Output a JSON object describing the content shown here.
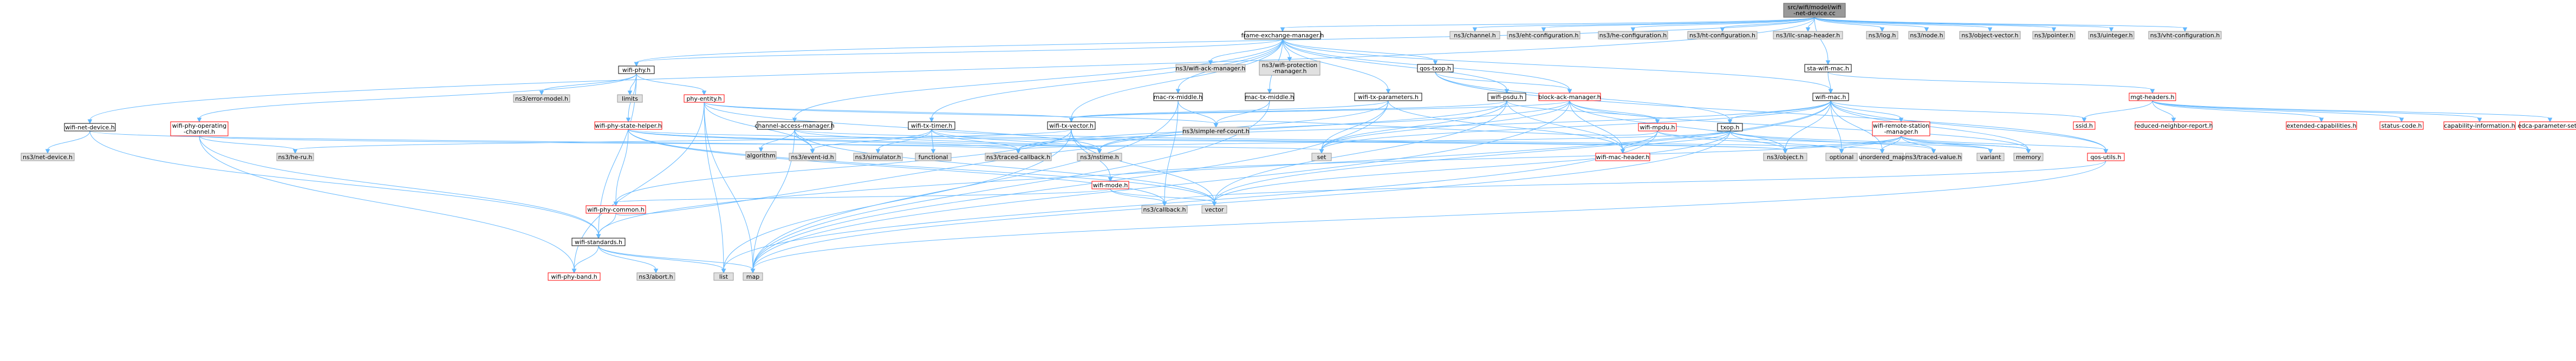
{
  "colors": {
    "node_fill": "#ffffff",
    "node_border": "#000000",
    "root_fill": "#999999",
    "external_fill": "#e0e0e0",
    "external_border": "#999999",
    "partial_border": "#ff0000",
    "edge": "#63b8ff"
  },
  "nodes": [
    {
      "id": "root",
      "lines": [
        "src/wifi/model/wifi",
        "-net-device.cc"
      ],
      "kind": "root"
    },
    {
      "id": "fem",
      "lines": [
        "frame-exchange-manager.h"
      ],
      "kind": "normal"
    },
    {
      "id": "ns3channel",
      "lines": [
        "ns3/channel.h"
      ],
      "kind": "external"
    },
    {
      "id": "ns3eht",
      "lines": [
        "ns3/eht-configuration.h"
      ],
      "kind": "external"
    },
    {
      "id": "ns3he",
      "lines": [
        "ns3/he-configuration.h"
      ],
      "kind": "external"
    },
    {
      "id": "ns3ht",
      "lines": [
        "ns3/ht-configuration.h"
      ],
      "kind": "external"
    },
    {
      "id": "ns3llc",
      "lines": [
        "ns3/llc-snap-header.h"
      ],
      "kind": "external"
    },
    {
      "id": "ns3log",
      "lines": [
        "ns3/log.h"
      ],
      "kind": "external"
    },
    {
      "id": "ns3node",
      "lines": [
        "ns3/node.h"
      ],
      "kind": "external"
    },
    {
      "id": "ns3objvec",
      "lines": [
        "ns3/object-vector.h"
      ],
      "kind": "external"
    },
    {
      "id": "ns3pointer",
      "lines": [
        "ns3/pointer.h"
      ],
      "kind": "external"
    },
    {
      "id": "ns3uint",
      "lines": [
        "ns3/uinteger.h"
      ],
      "kind": "external"
    },
    {
      "id": "ns3vht",
      "lines": [
        "ns3/vht-configuration.h"
      ],
      "kind": "external"
    },
    {
      "id": "wifiphy",
      "lines": [
        "wifi-phy.h"
      ],
      "kind": "normal"
    },
    {
      "id": "wam",
      "lines": [
        "ns3/wifi-ack-manager.h"
      ],
      "kind": "external"
    },
    {
      "id": "wpm",
      "lines": [
        "ns3/wifi-protection",
        "-manager.h"
      ],
      "kind": "external"
    },
    {
      "id": "qostxop",
      "lines": [
        "qos-txop.h"
      ],
      "kind": "normal"
    },
    {
      "id": "stawifimac",
      "lines": [
        "sta-wifi-mac.h"
      ],
      "kind": "normal"
    },
    {
      "id": "errmodel",
      "lines": [
        "ns3/error-model.h"
      ],
      "kind": "external"
    },
    {
      "id": "limits",
      "lines": [
        "limits"
      ],
      "kind": "external"
    },
    {
      "id": "phyentity",
      "lines": [
        "phy-entity.h"
      ],
      "kind": "partial"
    },
    {
      "id": "macrxmid",
      "lines": [
        "mac-rx-middle.h"
      ],
      "kind": "normal"
    },
    {
      "id": "mactxmid",
      "lines": [
        "mac-tx-middle.h"
      ],
      "kind": "normal"
    },
    {
      "id": "wifitxparams",
      "lines": [
        "wifi-tx-parameters.h"
      ],
      "kind": "normal"
    },
    {
      "id": "wifipsdu",
      "lines": [
        "wifi-psdu.h"
      ],
      "kind": "normal"
    },
    {
      "id": "blockack",
      "lines": [
        "block-ack-manager.h"
      ],
      "kind": "partial"
    },
    {
      "id": "wifimac",
      "lines": [
        "wifi-mac.h"
      ],
      "kind": "normal"
    },
    {
      "id": "mgtheaders",
      "lines": [
        "mgt-headers.h"
      ],
      "kind": "partial"
    },
    {
      "id": "wifinetdevh",
      "lines": [
        "wifi-net-device.h"
      ],
      "kind": "normal"
    },
    {
      "id": "wifiphyopch",
      "lines": [
        "wifi-phy-operating",
        "-channel.h"
      ],
      "kind": "partial"
    },
    {
      "id": "wifiphystate",
      "lines": [
        "wifi-phy-state-helper.h"
      ],
      "kind": "partial"
    },
    {
      "id": "chanaccmgr",
      "lines": [
        "channel-access-manager.h"
      ],
      "kind": "normal"
    },
    {
      "id": "wifitxtimer",
      "lines": [
        "wifi-tx-timer.h"
      ],
      "kind": "normal"
    },
    {
      "id": "wifitxvector",
      "lines": [
        "wifi-tx-vector.h"
      ],
      "kind": "normal"
    },
    {
      "id": "wifimpdu",
      "lines": [
        "wifi-mpdu.h"
      ],
      "kind": "partial"
    },
    {
      "id": "txop",
      "lines": [
        "txop.h"
      ],
      "kind": "normal"
    },
    {
      "id": "wifiremote",
      "lines": [
        "wifi-remote-station",
        "-manager.h"
      ],
      "kind": "partial"
    },
    {
      "id": "ssid",
      "lines": [
        "ssid.h"
      ],
      "kind": "partial"
    },
    {
      "id": "reducednr",
      "lines": [
        "reduced-neighbor-report.h"
      ],
      "kind": "partial"
    },
    {
      "id": "extcap",
      "lines": [
        "extended-capabilities.h"
      ],
      "kind": "partial"
    },
    {
      "id": "statuscode",
      "lines": [
        "status-code.h"
      ],
      "kind": "partial"
    },
    {
      "id": "capinfo",
      "lines": [
        "capability-information.h"
      ],
      "kind": "partial"
    },
    {
      "id": "edca",
      "lines": [
        "edca-parameter-set.h"
      ],
      "kind": "partial"
    },
    {
      "id": "ns3netdev",
      "lines": [
        "ns3/net-device.h"
      ],
      "kind": "external"
    },
    {
      "id": "ns3heru",
      "lines": [
        "ns3/he-ru.h"
      ],
      "kind": "external"
    },
    {
      "id": "algorithm",
      "lines": [
        "algorithm"
      ],
      "kind": "external"
    },
    {
      "id": "ns3eventid",
      "lines": [
        "ns3/event-id.h"
      ],
      "kind": "external"
    },
    {
      "id": "ns3sim",
      "lines": [
        "ns3/simulator.h"
      ],
      "kind": "external"
    },
    {
      "id": "functional",
      "lines": [
        "functional"
      ],
      "kind": "external"
    },
    {
      "id": "ns3traced",
      "lines": [
        "ns3/traced-callback.h"
      ],
      "kind": "external"
    },
    {
      "id": "ns3nstime",
      "lines": [
        "ns3/nstime.h"
      ],
      "kind": "external"
    },
    {
      "id": "ns3simpleref",
      "lines": [
        "ns3/simple-ref-count.h"
      ],
      "kind": "external"
    },
    {
      "id": "set",
      "lines": [
        "set"
      ],
      "kind": "external"
    },
    {
      "id": "wifimacheader",
      "lines": [
        "wifi-mac-header.h"
      ],
      "kind": "partial"
    },
    {
      "id": "ns3object",
      "lines": [
        "ns3/object.h"
      ],
      "kind": "external"
    },
    {
      "id": "optional",
      "lines": [
        "optional"
      ],
      "kind": "external"
    },
    {
      "id": "unordmap",
      "lines": [
        "unordered_map"
      ],
      "kind": "external"
    },
    {
      "id": "ns3tracedval",
      "lines": [
        "ns3/traced-value.h"
      ],
      "kind": "external"
    },
    {
      "id": "variant",
      "lines": [
        "variant"
      ],
      "kind": "external"
    },
    {
      "id": "memory",
      "lines": [
        "memory"
      ],
      "kind": "external"
    },
    {
      "id": "qosutils",
      "lines": [
        "qos-utils.h"
      ],
      "kind": "partial"
    },
    {
      "id": "wifimode",
      "lines": [
        "wifi-mode.h"
      ],
      "kind": "partial"
    },
    {
      "id": "wifiphycommon",
      "lines": [
        "wifi-phy-common.h"
      ],
      "kind": "partial"
    },
    {
      "id": "ns3callback",
      "lines": [
        "ns3/callback.h"
      ],
      "kind": "external"
    },
    {
      "id": "vector",
      "lines": [
        "vector"
      ],
      "kind": "external"
    },
    {
      "id": "wifistandards",
      "lines": [
        "wifi-standards.h"
      ],
      "kind": "normal"
    },
    {
      "id": "wifiphyband",
      "lines": [
        "wifi-phy-band.h"
      ],
      "kind": "partial"
    },
    {
      "id": "ns3abort",
      "lines": [
        "ns3/abort.h"
      ],
      "kind": "external"
    },
    {
      "id": "list",
      "lines": [
        "list"
      ],
      "kind": "external"
    },
    {
      "id": "map",
      "lines": [
        "map"
      ],
      "kind": "external"
    }
  ],
  "edges": [
    [
      "root",
      "fem"
    ],
    [
      "root",
      "ns3channel"
    ],
    [
      "root",
      "ns3eht"
    ],
    [
      "root",
      "ns3he"
    ],
    [
      "root",
      "ns3ht"
    ],
    [
      "root",
      "ns3llc"
    ],
    [
      "root",
      "ns3log"
    ],
    [
      "root",
      "ns3node"
    ],
    [
      "root",
      "ns3objvec"
    ],
    [
      "root",
      "ns3pointer"
    ],
    [
      "root",
      "ns3uint"
    ],
    [
      "root",
      "ns3vht"
    ],
    [
      "root",
      "stawifimac"
    ],
    [
      "root",
      "wifinetdevh"
    ],
    [
      "root",
      "wifiphy"
    ],
    [
      "fem",
      "wifiphy"
    ],
    [
      "fem",
      "wam"
    ],
    [
      "fem",
      "wpm"
    ],
    [
      "fem",
      "qostxop"
    ],
    [
      "fem",
      "macrxmid"
    ],
    [
      "fem",
      "mactxmid"
    ],
    [
      "fem",
      "wifitxparams"
    ],
    [
      "fem",
      "wifipsdu"
    ],
    [
      "fem",
      "wifimac"
    ],
    [
      "fem",
      "chanaccmgr"
    ],
    [
      "fem",
      "wifitxtimer"
    ],
    [
      "fem",
      "wifitxvector"
    ],
    [
      "fem",
      "blockack"
    ],
    [
      "wifiphy",
      "errmodel"
    ],
    [
      "wifiphy",
      "limits"
    ],
    [
      "wifiphy",
      "phyentity"
    ],
    [
      "wifiphy",
      "wifiphyopch"
    ],
    [
      "wifiphy",
      "wifiphystate"
    ],
    [
      "wifiphy",
      "wifistandards"
    ],
    [
      "phyentity",
      "wifitxvector"
    ],
    [
      "phyentity",
      "ns3eventid"
    ],
    [
      "phyentity",
      "ns3simpleref"
    ],
    [
      "phyentity",
      "ns3nstime"
    ],
    [
      "phyentity",
      "list"
    ],
    [
      "phyentity",
      "map"
    ],
    [
      "phyentity",
      "wifiphyband"
    ],
    [
      "qostxop",
      "blockack"
    ],
    [
      "qostxop",
      "txop"
    ],
    [
      "qostxop",
      "qosutils"
    ],
    [
      "stawifimac",
      "wifimac"
    ],
    [
      "stawifimac",
      "mgtheaders"
    ],
    [
      "macrxmid",
      "ns3simpleref"
    ],
    [
      "macrxmid",
      "map"
    ],
    [
      "macrxmid",
      "ns3callback"
    ],
    [
      "mactxmid",
      "ns3simpleref"
    ],
    [
      "mactxmid",
      "map"
    ],
    [
      "wifitxparams",
      "wifitxvector"
    ],
    [
      "wifitxparams",
      "wifimacheader"
    ],
    [
      "wifitxparams",
      "ns3nstime"
    ],
    [
      "wifitxparams",
      "set"
    ],
    [
      "wifitxparams",
      "map"
    ],
    [
      "wifipsdu",
      "wifitxvector"
    ],
    [
      "wifipsdu",
      "wifimpdu"
    ],
    [
      "wifipsdu",
      "ns3nstime"
    ],
    [
      "wifipsdu",
      "set"
    ],
    [
      "wifipsdu",
      "vector"
    ],
    [
      "wifipsdu",
      "wifimacheader"
    ],
    [
      "blockack",
      "wifimpdu"
    ],
    [
      "blockack",
      "wifitxvector"
    ],
    [
      "blockack",
      "ns3traced"
    ],
    [
      "blockack",
      "ns3object"
    ],
    [
      "blockack",
      "map"
    ],
    [
      "blockack",
      "memory"
    ],
    [
      "blockack",
      "wifimacheader"
    ],
    [
      "blockack",
      "set"
    ],
    [
      "wifimac",
      "ssid"
    ],
    [
      "wifimac",
      "wifiremote"
    ],
    [
      "wifimac",
      "txop"
    ],
    [
      "wifimac",
      "qosutils"
    ],
    [
      "wifimac",
      "ns3object"
    ],
    [
      "wifimac",
      "ns3traced"
    ],
    [
      "wifimac",
      "set"
    ],
    [
      "wifimac",
      "unordmap"
    ],
    [
      "wifimac",
      "optional"
    ],
    [
      "wifimac",
      "memory"
    ],
    [
      "wifimac",
      "vector"
    ],
    [
      "wifimac",
      "wifistandards"
    ],
    [
      "mgtheaders",
      "ssid"
    ],
    [
      "mgtheaders",
      "reducednr"
    ],
    [
      "mgtheaders",
      "extcap"
    ],
    [
      "mgtheaders",
      "statuscode"
    ],
    [
      "mgtheaders",
      "capinfo"
    ],
    [
      "mgtheaders",
      "edca"
    ],
    [
      "wifinetdevh",
      "ns3netdev"
    ],
    [
      "wifinetdevh",
      "ns3traced"
    ],
    [
      "wifinetdevh",
      "wifistandards"
    ],
    [
      "wifiphyopch",
      "ns3heru"
    ],
    [
      "wifiphyopch",
      "wifiphyband"
    ],
    [
      "wifiphyopch",
      "wifistandards"
    ],
    [
      "wifiphyopch",
      "set"
    ],
    [
      "wifiphystate",
      "wifiphycommon"
    ],
    [
      "wifiphystate",
      "ns3traced"
    ],
    [
      "wifiphystate",
      "ns3object"
    ],
    [
      "wifiphystate",
      "ns3nstime"
    ],
    [
      "wifiphystate",
      "vector"
    ],
    [
      "wifiphystate",
      "ns3callback"
    ],
    [
      "chanaccmgr",
      "algorithm"
    ],
    [
      "chanaccmgr",
      "ns3eventid"
    ],
    [
      "chanaccmgr",
      "ns3nstime"
    ],
    [
      "chanaccmgr",
      "ns3object"
    ],
    [
      "chanaccmgr",
      "vector"
    ],
    [
      "chanaccmgr",
      "map"
    ],
    [
      "wifitxtimer",
      "ns3sim"
    ],
    [
      "wifitxtimer",
      "functional"
    ],
    [
      "wifitxtimer",
      "ns3traced"
    ],
    [
      "wifitxtimer",
      "ns3nstime"
    ],
    [
      "wifitxtimer",
      "unordmap"
    ],
    [
      "wifitxtimer",
      "ns3eventid"
    ],
    [
      "wifitxvector",
      "wifimode"
    ],
    [
      "wifitxvector",
      "ns3heru"
    ],
    [
      "wifitxvector",
      "wifiphycommon"
    ],
    [
      "wifitxvector",
      "list"
    ],
    [
      "wifitxvector",
      "vector"
    ],
    [
      "wifimpdu",
      "wifimacheader"
    ],
    [
      "wifimpdu",
      "ns3simpleref"
    ],
    [
      "wifimpdu",
      "list"
    ],
    [
      "wifimpdu",
      "optional"
    ],
    [
      "wifimpdu",
      "variant"
    ],
    [
      "txop",
      "ns3object"
    ],
    [
      "txop",
      "ns3traced"
    ],
    [
      "txop",
      "ns3tracedval"
    ],
    [
      "txop",
      "map"
    ],
    [
      "txop",
      "memory"
    ],
    [
      "txop",
      "vector"
    ],
    [
      "txop",
      "wifimacheader"
    ],
    [
      "wifiremote",
      "wifimode"
    ],
    [
      "wifiremote",
      "ns3object"
    ],
    [
      "wifiremote",
      "ns3tracedval"
    ],
    [
      "wifiremote",
      "optional"
    ],
    [
      "wifiremote",
      "unordmap"
    ],
    [
      "wifiremote",
      "variant"
    ],
    [
      "wifiremote",
      "memory"
    ],
    [
      "wifiremote",
      "qosutils"
    ],
    [
      "qosutils",
      "ns3callback"
    ],
    [
      "qosutils",
      "map"
    ],
    [
      "wifimode",
      "wifiphycommon"
    ],
    [
      "wifimode",
      "ns3callback"
    ],
    [
      "wifimode",
      "vector"
    ],
    [
      "wifiphycommon",
      "wifistandards"
    ],
    [
      "wifiphycommon",
      "ns3nstime"
    ],
    [
      "wifistandards",
      "wifiphyband"
    ],
    [
      "wifistandards",
      "ns3abort"
    ],
    [
      "wifistandards",
      "list"
    ],
    [
      "wifistandards",
      "map"
    ]
  ]
}
